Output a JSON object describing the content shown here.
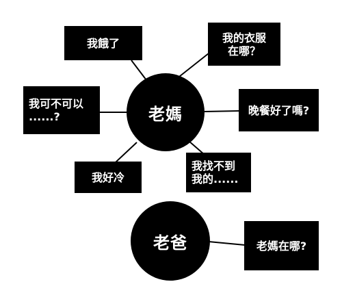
{
  "center_node": {
    "label": "老媽"
  },
  "second_node": {
    "label": "老爸"
  },
  "bubbles": {
    "hungry": {
      "lines": [
        "我餓了"
      ]
    },
    "clothes": {
      "lines": [
        "我的衣服",
        "在哪？"
      ]
    },
    "can_i": {
      "lines": [
        "我可不可以",
        "......?"
      ]
    },
    "dinner": {
      "lines": [
        "晚餐好了嗎?"
      ]
    },
    "cold": {
      "lines": [
        "我好冷"
      ]
    },
    "cant_find": {
      "lines": [
        "我找不到",
        "我的......"
      ]
    },
    "where_mom": {
      "lines": [
        "老媽在哪?"
      ]
    }
  },
  "colors": {
    "node_fill": "#000000",
    "text": "#ffffff",
    "connector": "#000000",
    "background": "#ffffff"
  }
}
